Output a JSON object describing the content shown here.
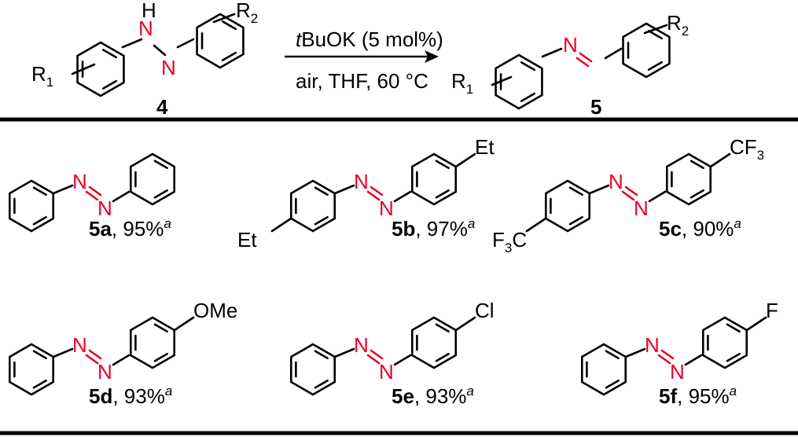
{
  "reaction": {
    "reactant_label": "4",
    "product_label": "5",
    "r1": "R",
    "r1_sub": "1",
    "r2": "R",
    "r2_sub": "2",
    "nh": "H",
    "n_atom": "N",
    "conditions_top_italic": "t",
    "conditions_top": "BuOK (5 mol%)",
    "conditions_bottom": "air, THF, 60 °C"
  },
  "products": [
    {
      "id": "5a",
      "yield": ", 95%",
      "footnote": "a",
      "substituent": ""
    },
    {
      "id": "5b",
      "yield": ", 97%",
      "footnote": "a",
      "substituent": "Et"
    },
    {
      "id": "5c",
      "yield": ", 90%",
      "footnote": "a",
      "substituent": "CF"
    },
    {
      "id": "5d",
      "yield": ", 93%",
      "footnote": "a",
      "substituent": "OMe"
    },
    {
      "id": "5e",
      "yield": ", 93%",
      "footnote": "a",
      "substituent": "Cl"
    },
    {
      "id": "5f",
      "yield": ", 95%",
      "footnote": "a",
      "substituent": "F"
    }
  ],
  "cf3_sub": "3",
  "f3_left": "F",
  "colors": {
    "nitrogen": "#e8002a",
    "ink": "#000000"
  }
}
